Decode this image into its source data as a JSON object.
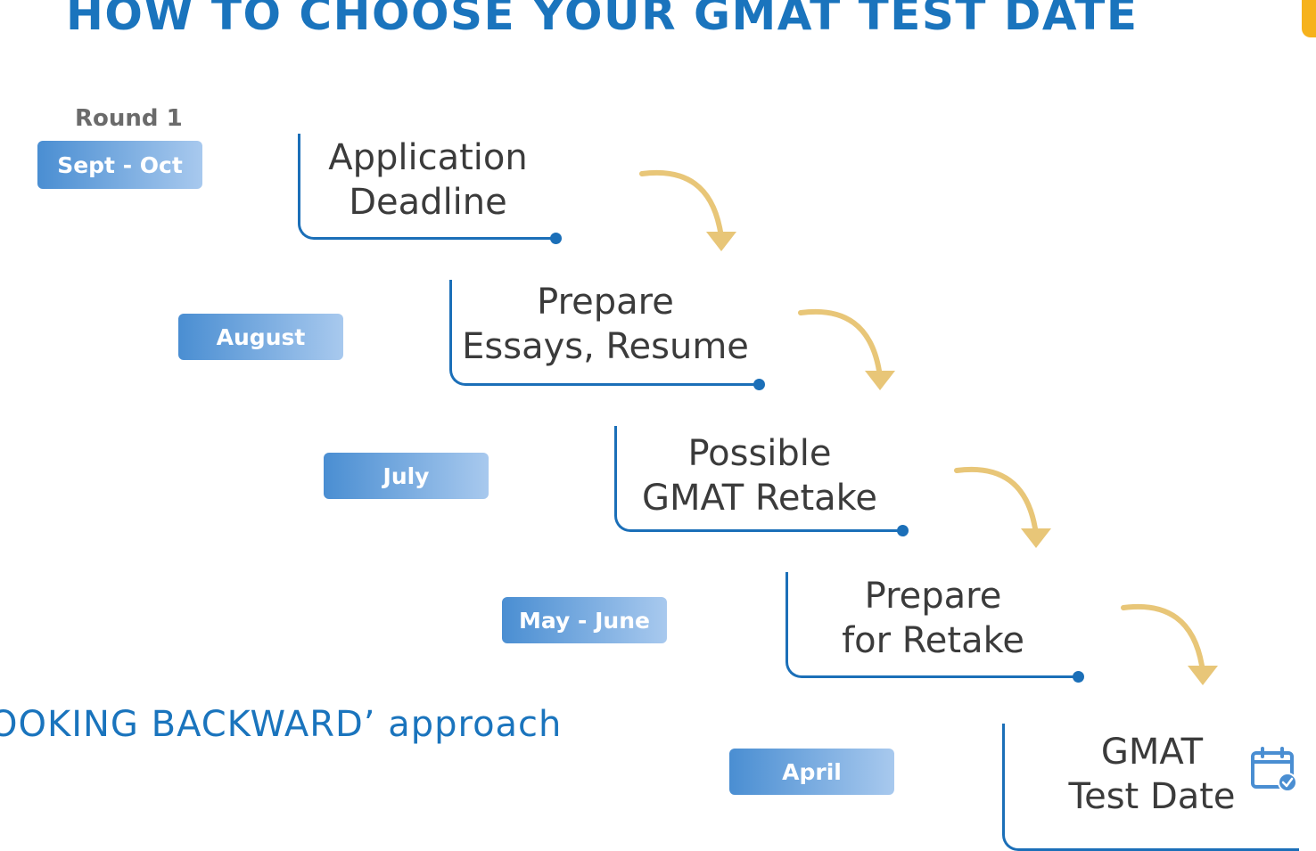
{
  "title": "HOW TO CHOOSE YOUR GMAT TEST DATE",
  "round_label": "Round 1",
  "steps": [
    {
      "period": "Sept - Oct",
      "line1": "Application",
      "line2": "Deadline"
    },
    {
      "period": "August",
      "line1": "Prepare",
      "line2": "Essays, Resume"
    },
    {
      "period": "July",
      "line1": "Possible",
      "line2": "GMAT Retake"
    },
    {
      "period": "May - June",
      "line1": "Prepare",
      "line2": "for Retake"
    },
    {
      "period": "April",
      "line1": "GMAT",
      "line2": "Test Date"
    }
  ],
  "approach_text": "OOKING BACKWARD’ approach",
  "colors": {
    "title_blue": "#1a74bd",
    "line_blue": "#1b6fb8",
    "arrow_gold": "#e8c678",
    "pill_start": "#4a8ed2",
    "pill_end": "#a8c9ee",
    "accent_orange": "#f6b21c"
  },
  "icons": {
    "calendar": "calendar-check-icon",
    "arrow": "curved-arrow-down-icon"
  }
}
